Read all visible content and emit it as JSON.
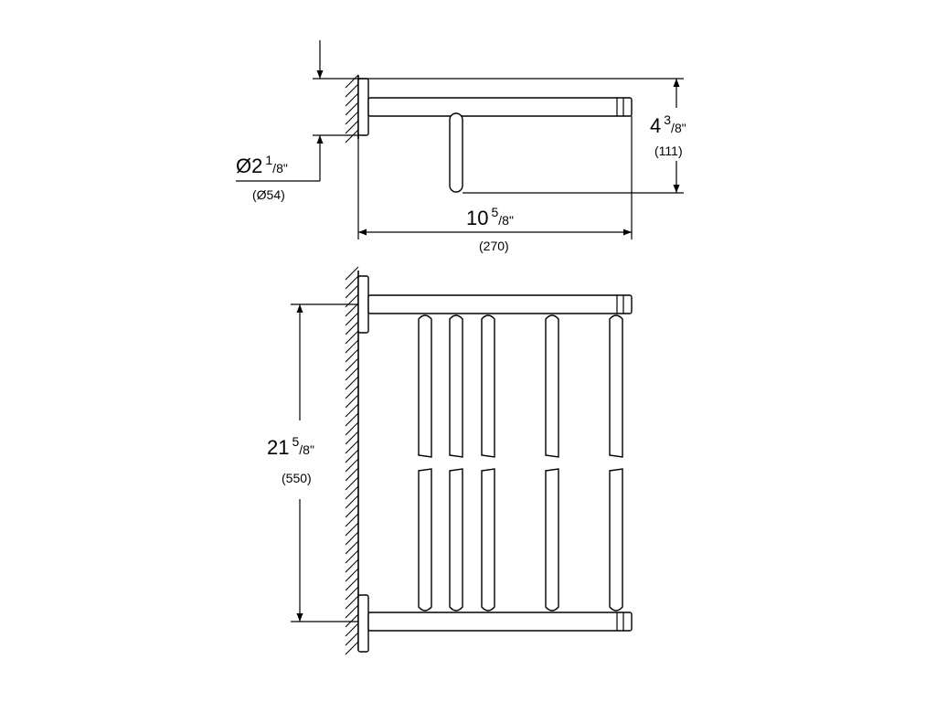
{
  "colors": {
    "line": "#000000",
    "background": "#ffffff"
  },
  "side_view": {
    "diameter": {
      "symbol": "Ø",
      "whole": "2",
      "numerator": "1",
      "denominator": "8",
      "unit": "\"",
      "metric": "(Ø54)"
    },
    "depth": {
      "whole": "4",
      "numerator": "3",
      "denominator": "8",
      "unit": "\"",
      "metric": "(111)"
    },
    "length": {
      "whole": "10",
      "numerator": "5",
      "denominator": "8",
      "unit": "\"",
      "metric": "(270)"
    }
  },
  "front_view": {
    "height": {
      "whole": "21",
      "numerator": "5",
      "denominator": "8",
      "unit": "\"",
      "metric": "(550)"
    }
  }
}
